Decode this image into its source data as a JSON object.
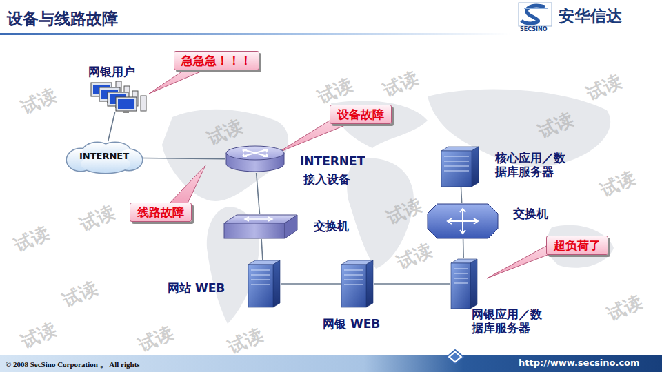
{
  "diagram": {
    "title": "设备与线路故障",
    "nodes": [
      {
        "text": [
          "急急急！！！"
        ]
      },
      {
        "text": [
          "网银用户"
        ]
      },
      {
        "text": [
          "设备故障"
        ]
      },
      {
        "text": [
          "INTERNET"
        ]
      },
      {
        "text": [
          "INTERNET",
          "接入设备"
        ]
      },
      {
        "text": [
          "核心应用／数据库服务器"
        ]
      },
      {
        "text": [
          "线路故障"
        ]
      },
      {
        "text": [
          "交换机"
        ]
      },
      {
        "text": [
          "交换机"
        ]
      },
      {
        "text": [
          "超负荷了"
        ]
      },
      {
        "text": [
          "网站 WEB"
        ]
      },
      {
        "text": [
          "网银 WEB"
        ]
      },
      {
        "text": [
          "网银应用／数据库服务器"
        ]
      }
    ],
    "edges": [
      {
        "from": 1,
        "to": 3,
        "arrow": "none"
      },
      {
        "from": 3,
        "to": 4,
        "arrow": "none"
      },
      {
        "from": 4,
        "to": 7,
        "arrow": "none"
      },
      {
        "from": 7,
        "to": 10,
        "arrow": "none"
      },
      {
        "from": 10,
        "to": 11,
        "arrow": "none"
      },
      {
        "from": 11,
        "to": 12,
        "arrow": "none"
      },
      {
        "from": 5,
        "to": 8,
        "arrow": "none"
      },
      {
        "from": 8,
        "to": 12,
        "arrow": "none"
      }
    ],
    "labels": [
      "安华信达",
      "SECSINO",
      "© 2008 SecSino Corporation 。 All rights",
      "http://www.secsino.com",
      "试读",
      "试读",
      "试读",
      "试读",
      "试读",
      "试读",
      "试读",
      "试读",
      "试读",
      "试读",
      "试读",
      "试读",
      "试读",
      "试读",
      "试读",
      "试读"
    ]
  }
}
